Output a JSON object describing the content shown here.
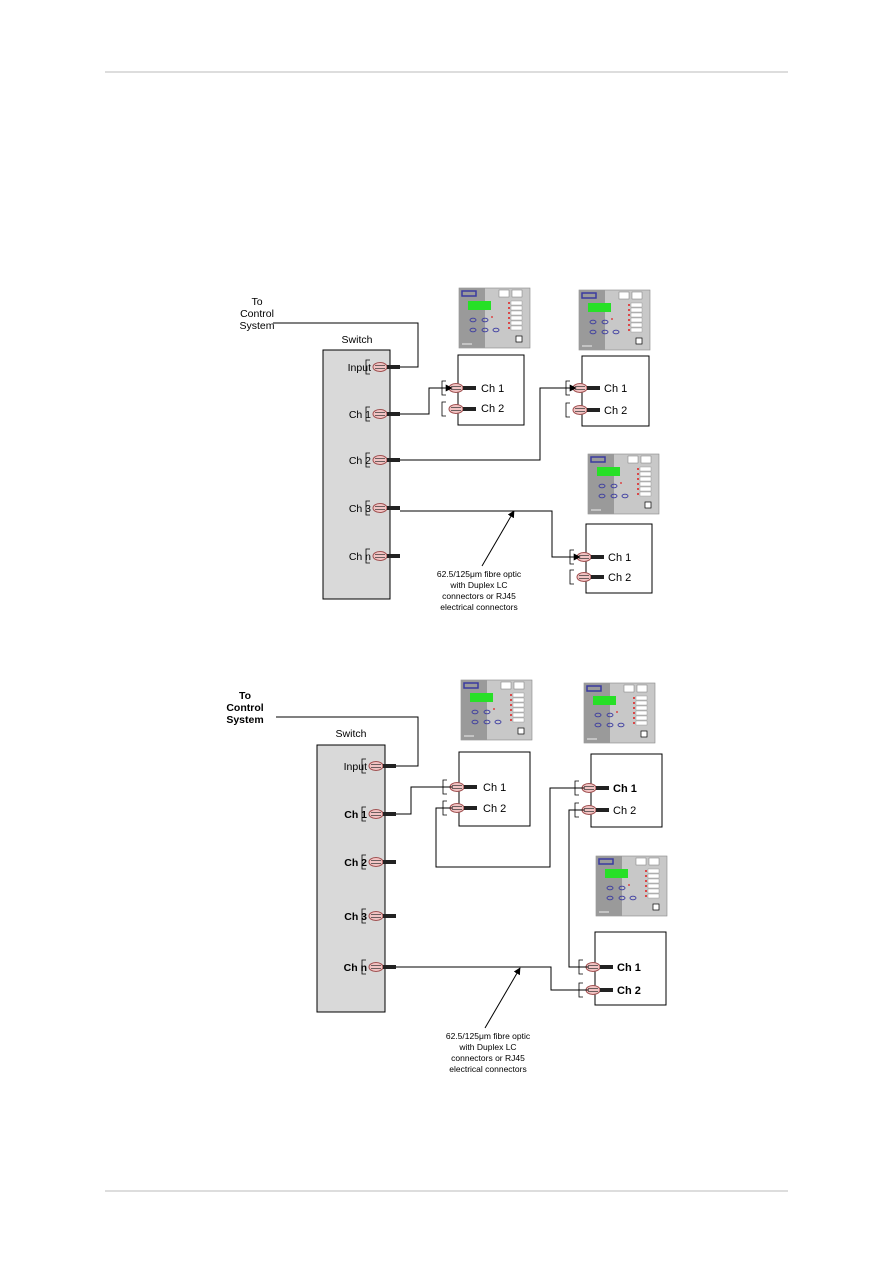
{
  "diagram1": {
    "to_control": [
      "To",
      "Control",
      "System"
    ],
    "switch_label": "Switch",
    "ports": [
      "Input",
      "Ch 1",
      "Ch 2",
      "Ch 3",
      "Ch n"
    ],
    "device_channels": [
      "Ch 1",
      "Ch 2"
    ],
    "annotation": [
      "62.5/125μm fibre optic",
      "with Duplex LC",
      "connectors or RJ45",
      "electrical connectors"
    ]
  },
  "diagram2": {
    "to_control": [
      "To",
      "Control",
      "System"
    ],
    "switch_label": "Switch",
    "ports": [
      "Input",
      "Ch 1",
      "Ch 2",
      "Ch 3",
      "Ch n"
    ],
    "device_channels": [
      "Ch 1",
      "Ch 2"
    ],
    "annotation": [
      "62.5/125μm fibre optic",
      "with Duplex LC",
      "connectors or RJ45",
      "electrical connectors"
    ]
  },
  "colors": {
    "switch_fill": "#d9d9d9",
    "connector_fill": "#f2c4c4",
    "connector_stroke": "#a05050",
    "screen": "#27e027",
    "relay_dark": "#9a9a9a",
    "relay_light": "#c8c8c8",
    "button": "#3a3aa0",
    "led": "#e02020"
  },
  "icons": [
    "relay-icon",
    "connector-icon",
    "arrow-icon"
  ]
}
